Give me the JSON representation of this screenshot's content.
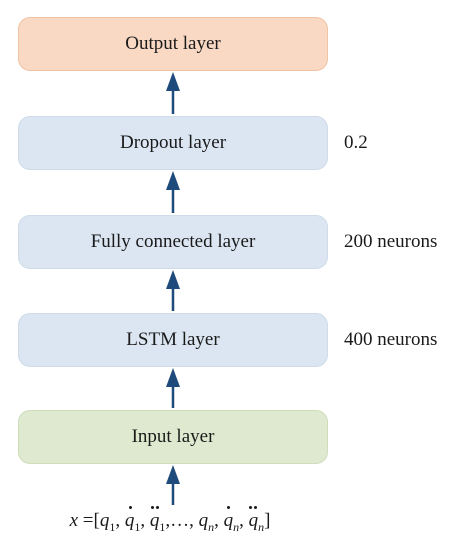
{
  "colors": {
    "output_fill": "#f9d9c4",
    "output_border": "#f0c3a5",
    "hidden_fill": "#dce6f2",
    "hidden_border": "#cfdbe9",
    "input_fill": "#dfe9cf",
    "input_border": "#cfdcbc",
    "arrow": "#1f4a7c"
  },
  "layers": {
    "output": {
      "label": "Output layer"
    },
    "dropout": {
      "label": "Dropout layer",
      "note": "0.2"
    },
    "fully_connected": {
      "label": "Fully connected layer",
      "note": "200 neurons"
    },
    "lstm": {
      "label": "LSTM layer",
      "note": "400 neurons"
    },
    "input": {
      "label": "Input layer"
    }
  },
  "input_vector": {
    "variable": "x",
    "equals": "=[",
    "q": "q",
    "sub_1": "1",
    "sub_n": "n",
    "ellipsis": "…",
    "comma": ",",
    "close": "]"
  }
}
